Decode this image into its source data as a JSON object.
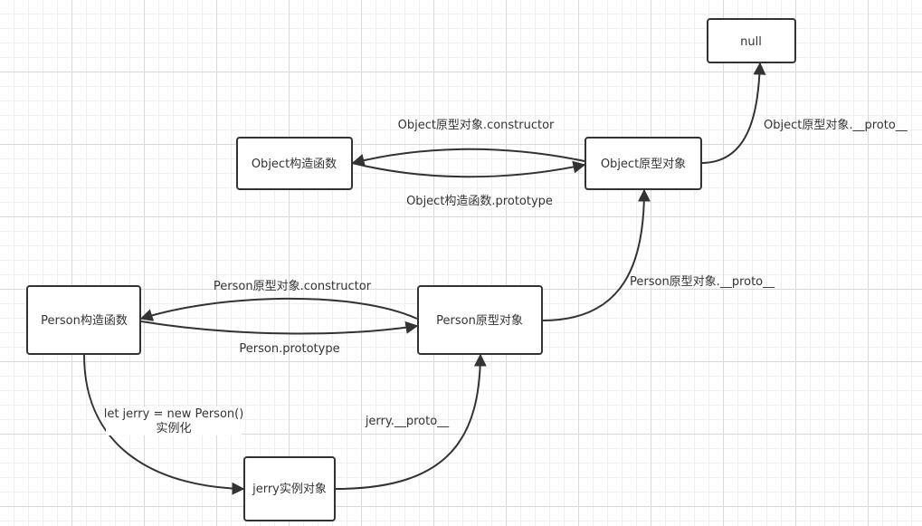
{
  "nodes": {
    "null": "null",
    "object_constructor": "Object构造函数",
    "object_prototype": "Object原型对象",
    "person_constructor": "Person构造函数",
    "person_prototype": "Person原型对象",
    "jerry_instance": "jerry实例对象"
  },
  "edges": {
    "object_constructor_label": "Object原型对象.constructor",
    "object_prototype_label": "Object构造函数.prototype",
    "object_proto_label": "Object原型对象.__proto__",
    "person_constructor_label": "Person原型对象.constructor",
    "person_prototype_label": "Person.prototype",
    "person_proto_label": "Person原型对象.__proto__",
    "instantiate_label_line1": "let jerry = new Person()",
    "instantiate_label_line2": "实例化",
    "jerry_proto_label": "jerry.__proto__"
  },
  "colors": {
    "stroke": "#333333",
    "background": "#ffffff",
    "grid": "#d9d9d9"
  }
}
